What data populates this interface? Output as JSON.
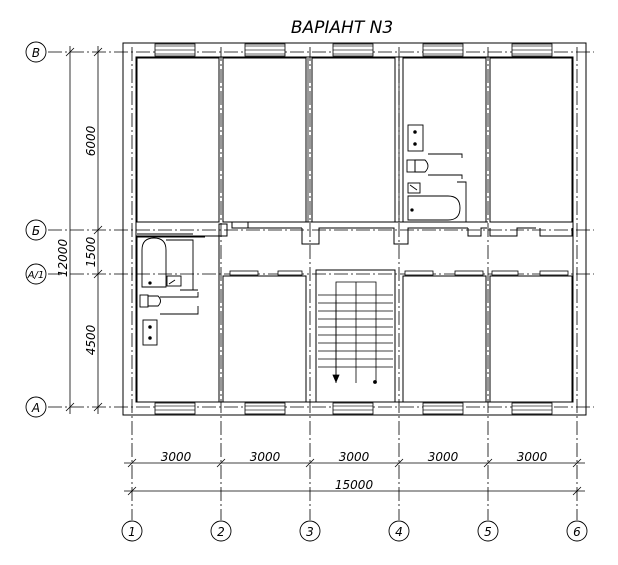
{
  "drawing": {
    "title": "ВАРІАНТ N3",
    "axes_horizontal": [
      "1",
      "2",
      "3",
      "4",
      "5",
      "6"
    ],
    "axes_vertical": [
      "В",
      "Б",
      "А/1",
      "А"
    ],
    "dim_bays": [
      "3000",
      "3000",
      "3000",
      "3000",
      "3000"
    ],
    "dim_total": "15000",
    "dim_spans": [
      "6000",
      "1500",
      "4500"
    ],
    "dim_overall": "12000"
  }
}
